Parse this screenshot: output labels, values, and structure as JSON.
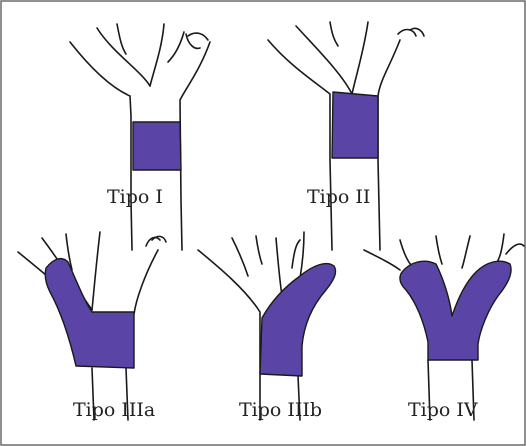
{
  "figure": {
    "fill_color": "#5a45a6",
    "border_color": "#6b6b6b",
    "panels": [
      {
        "id": "tipo-i",
        "label": "Tipo I"
      },
      {
        "id": "tipo-ii",
        "label": "Tipo II"
      },
      {
        "id": "tipo-iiia",
        "label": "Tipo IIIa"
      },
      {
        "id": "tipo-iiib",
        "label": "Tipo IIIb"
      },
      {
        "id": "tipo-iv",
        "label": "Tipo IV"
      }
    ]
  }
}
